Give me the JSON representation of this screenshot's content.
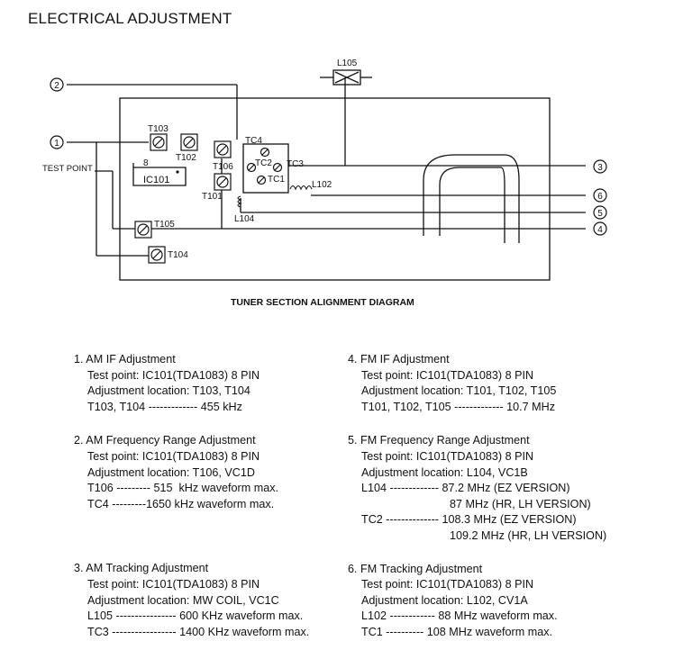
{
  "title": "ELECTRICAL ADJUSTMENT",
  "diagram": {
    "caption": "TUNER SECTION ALIGNMENT DIAGRAM",
    "test_point_label": "TEST POINT",
    "ic_label": "IC101",
    "ic_pin": "8",
    "components": {
      "T103": "T103",
      "T102": "T102",
      "T106": "T106",
      "T101": "T101",
      "T105": "T105",
      "T104": "T104",
      "TC4": "TC4",
      "TC3": "TC3",
      "TC2": "TC2",
      "TC1": "TC1",
      "L102": "L102",
      "L104": "L104",
      "L105": "L105"
    },
    "terminals": [
      "1",
      "2",
      "3",
      "4",
      "5",
      "6"
    ]
  },
  "procedures_left": [
    {
      "heading": "1. AM IF Adjustment",
      "lines": [
        "Test point: IC101(TDA1083) 8 PIN",
        "Adjustment location: T103, T104",
        "T103, T104 ------------- 455 kHz"
      ],
      "extra": []
    },
    {
      "heading": "2. AM Frequency Range Adjustment",
      "lines": [
        "Test point: IC101(TDA1083) 8 PIN",
        "Adjustment location: T106, VC1D",
        "T106 --------- 515  kHz waveform max.",
        "TC4 ---------1650 kHz waveform max."
      ],
      "extra": []
    },
    {
      "heading": "3. AM Tracking Adjustment",
      "lines": [
        "Test point: IC101(TDA1083) 8 PIN",
        "Adjustment location: MW COIL, VC1C",
        "L105 ---------------- 600 KHz waveform max.",
        "TC3 ----------------- 1400 KHz waveform max."
      ],
      "extra": []
    }
  ],
  "procedures_right": [
    {
      "heading": "4. FM IF Adjustment",
      "lines": [
        "Test point: IC101(TDA1083) 8 PIN",
        "Adjustment location: T101, T102, T105",
        "T101, T102, T105 ------------- 10.7 MHz"
      ]
    },
    {
      "heading": "5. FM Frequency Range Adjustment",
      "lines": [
        "Test point: IC101(TDA1083) 8 PIN",
        "Adjustment location: L104, VC1B",
        "L104 ------------- 87.2 MHz (EZ VERSION)"
      ],
      "l104_second": "87 MHz (HR, LH VERSION)",
      "tc2_line": "TC2 -------------- 108.3 MHz (EZ VERSION)",
      "tc2_second": "109.2 MHz (HR, LH VERSION)"
    },
    {
      "heading": "6. FM Tracking Adjustment",
      "lines": [
        "Test point: IC101(TDA1083) 8 PIN",
        "Adjustment location: L102, CV1A",
        "L102 ------------ 88 MHz waveform max.",
        "TC1 ---------- 108 MHz waveform max."
      ]
    }
  ]
}
